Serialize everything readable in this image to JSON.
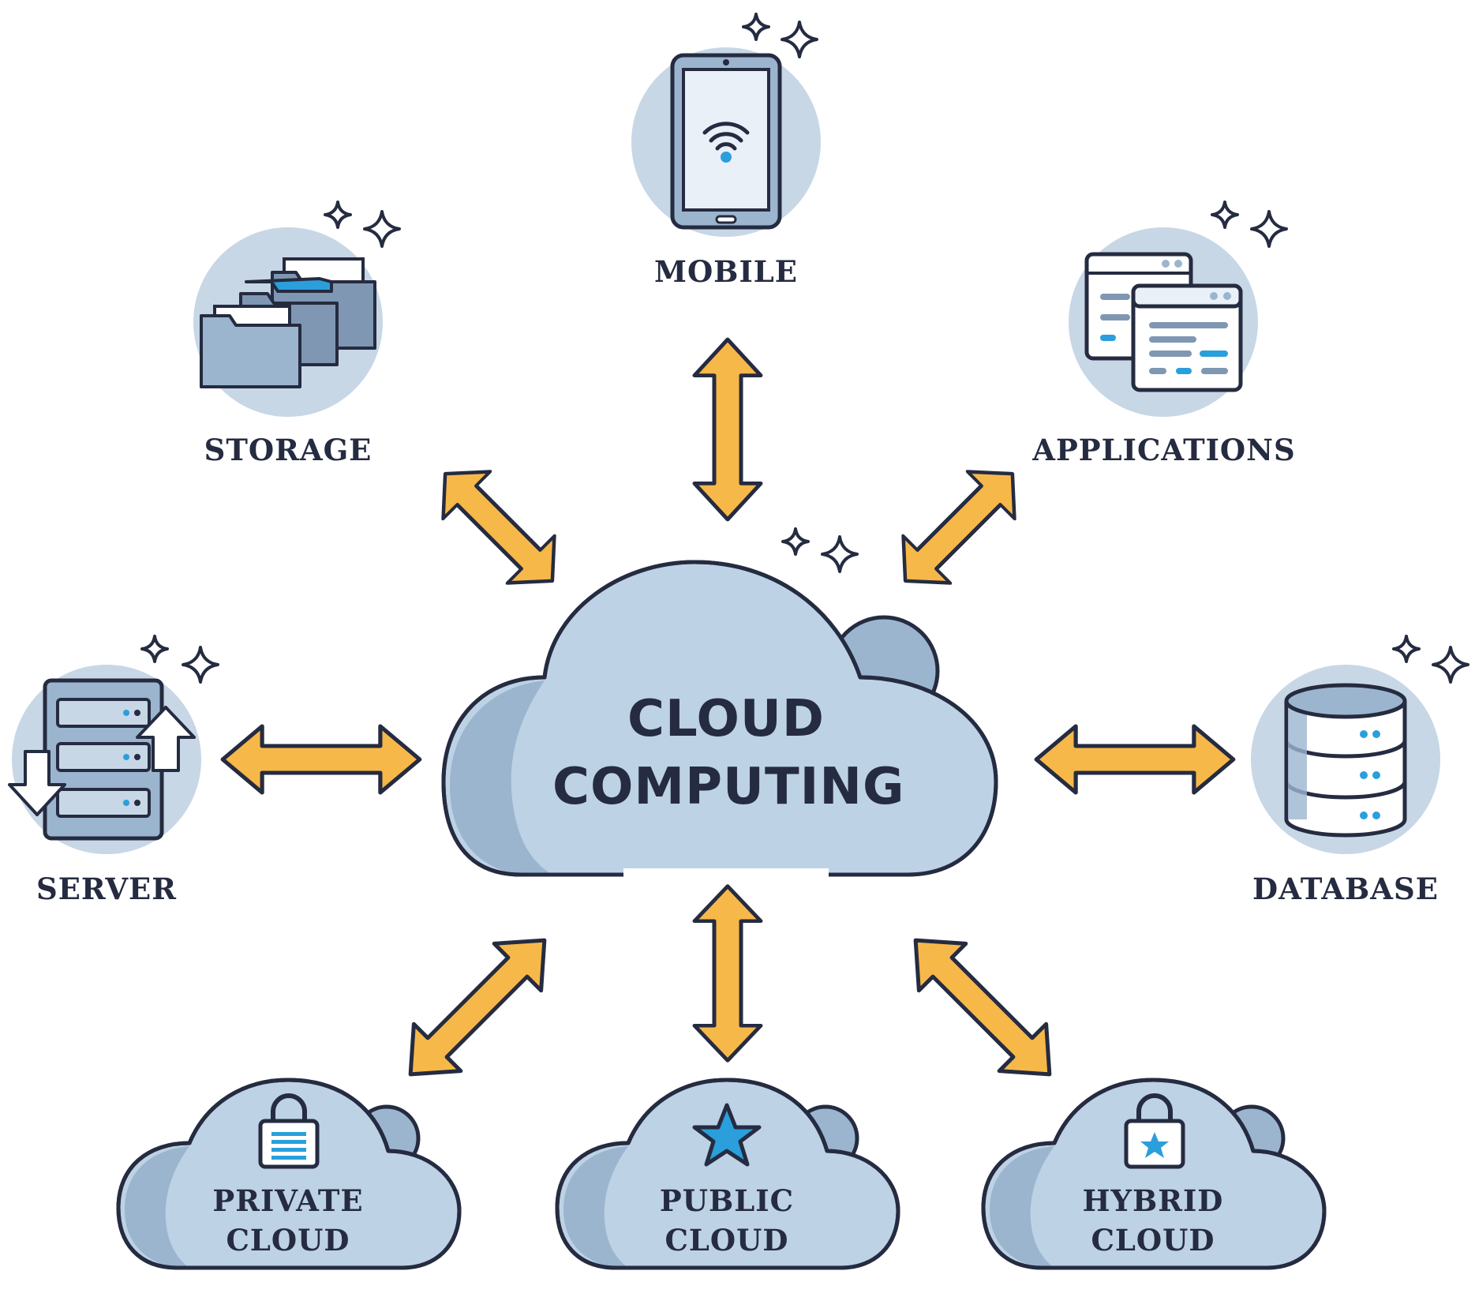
{
  "center": {
    "line1": "CLOUD",
    "line2": "COMPUTING"
  },
  "nodes": {
    "mobile": "MOBILE",
    "storage": "STORAGE",
    "applications": "APPLICATIONS",
    "server": "SERVER",
    "database": "DATABASE"
  },
  "clouds": {
    "private": {
      "line1": "PRIVATE",
      "line2": "CLOUD"
    },
    "public": {
      "line1": "PUBLIC",
      "line2": "CLOUD"
    },
    "hybrid": {
      "line1": "HYBRID",
      "line2": "CLOUD"
    }
  },
  "colors": {
    "ink": "#252b40",
    "circle": "#c7d7e6",
    "cloud_fill": "#bdd2e4",
    "cloud_shade": "#9cb5cf",
    "arrow": "#f7b84a",
    "accent_blue": "#2a9fdc"
  }
}
